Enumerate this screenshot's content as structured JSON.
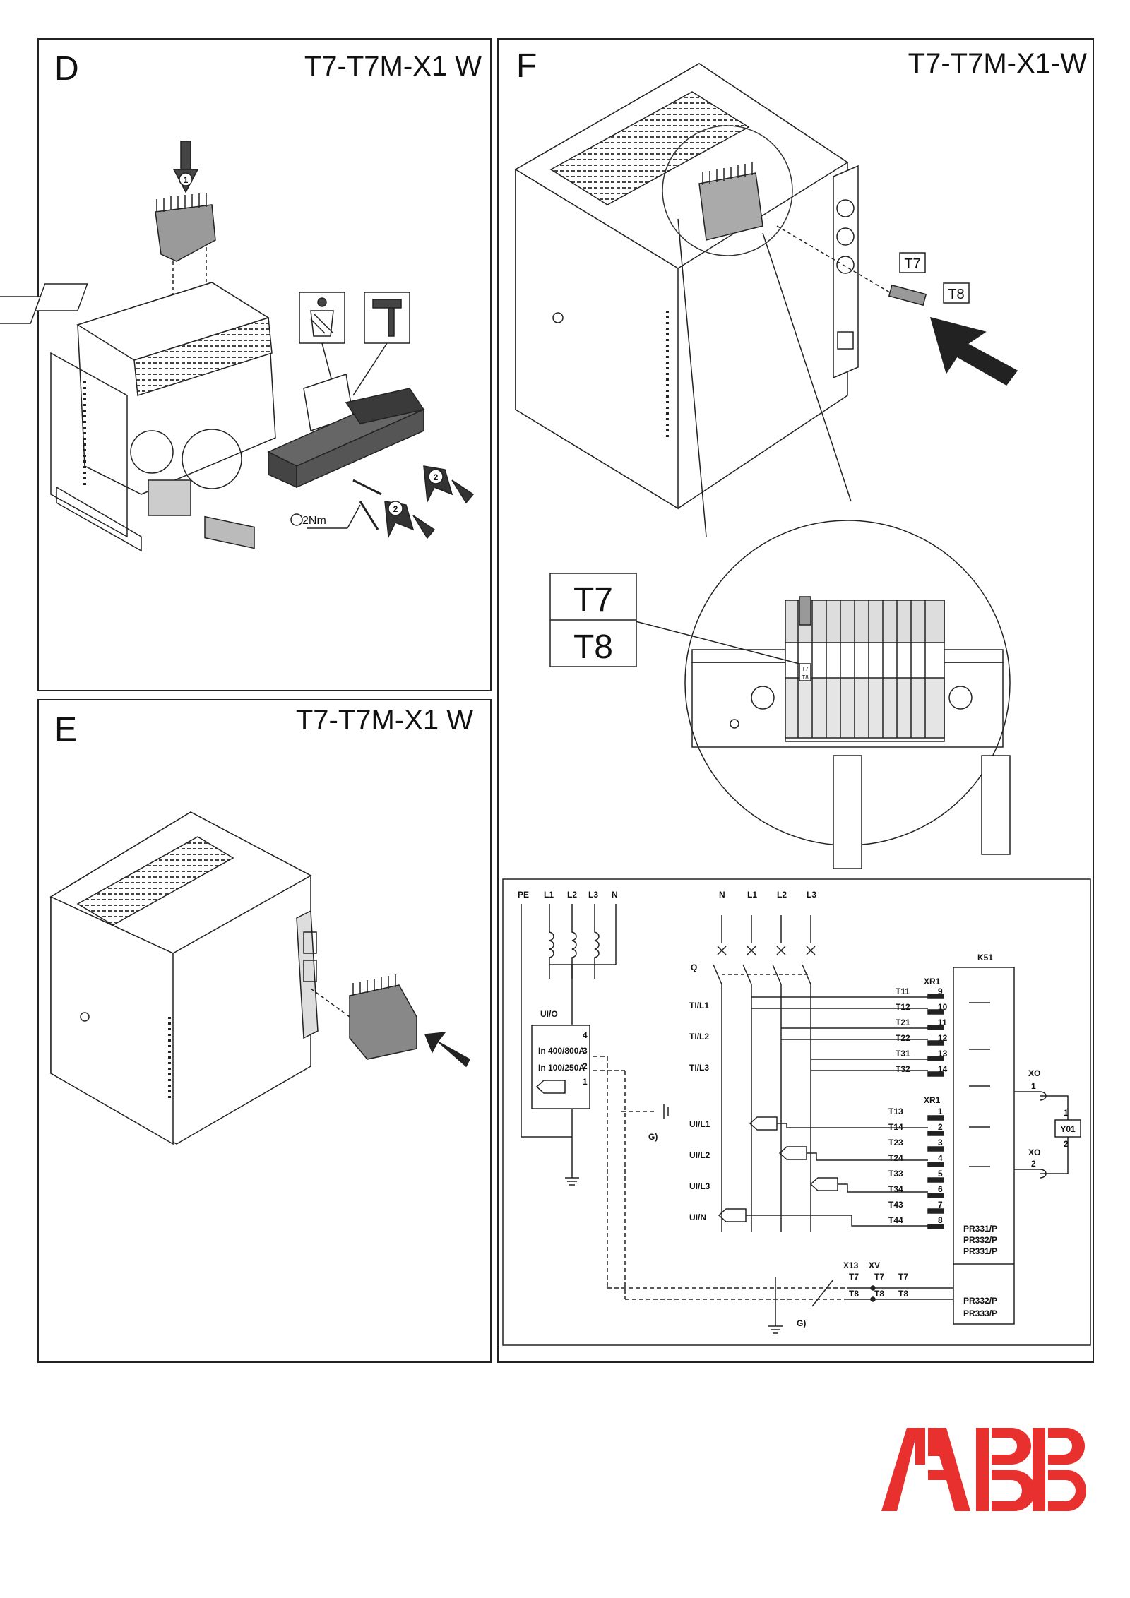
{
  "panels": {
    "D": {
      "letter": "D",
      "model": "T7-T7M-X1 W",
      "steps": [
        "1",
        "2",
        "2"
      ],
      "torque": "2Nm",
      "icons": [
        "waste-bin-icon",
        "hammer-icon"
      ]
    },
    "E": {
      "letter": "E",
      "model": "T7-T7M-X1 W"
    },
    "F": {
      "letter": "F",
      "model": "T7-T7M-X1-W",
      "tags": [
        "T7",
        "T8"
      ],
      "zoom_tags": [
        "T7",
        "T8"
      ],
      "zoom_small_tags": [
        "T7",
        "T8"
      ]
    }
  },
  "schematic": {
    "top_left_labels": [
      "PE",
      "L1",
      "L2",
      "L3",
      "N"
    ],
    "top_right_labels": [
      "N",
      "L1",
      "L2",
      "L3"
    ],
    "breaker": "Q",
    "relay": "K51",
    "block_top": "XR1",
    "block_mid": "XR1",
    "uio": "UI/O",
    "uio_pins": [
      "4",
      "3",
      "2",
      "1"
    ],
    "uio_texts": [
      "In 400/800A",
      "In 100/250A"
    ],
    "ta_labels": [
      "TI/L1",
      "TI/L2",
      "TI/L3"
    ],
    "ui_labels": [
      "UI/L1",
      "UI/L2",
      "UI/L3",
      "UI/N"
    ],
    "terms_top": [
      "T11",
      "T12",
      "T21",
      "T22",
      "T31",
      "T32"
    ],
    "pins_top": [
      "9",
      "10",
      "11",
      "12",
      "13",
      "14"
    ],
    "terms_mid": [
      "T13",
      "T14",
      "T23",
      "T24",
      "T33",
      "T34",
      "T43",
      "T44"
    ],
    "pins_mid": [
      "1",
      "2",
      "3",
      "4",
      "5",
      "6",
      "7",
      "8"
    ],
    "xo_labels": [
      "XO",
      "XO"
    ],
    "xo_pins": [
      "1",
      "2"
    ],
    "coil": "Y01",
    "coil_pins": [
      "1",
      "2"
    ],
    "pr_top": [
      "PR331/P",
      "PR332/P",
      "PR331/P"
    ],
    "pr_bottom": [
      "PR332/P",
      "PR333/P"
    ],
    "bottom_labels": [
      "X13",
      "XV"
    ],
    "bottom_t": [
      "T7",
      "T7",
      "T7"
    ],
    "bottom_t8": [
      "T8",
      "T8",
      "T8"
    ],
    "note": "G)"
  },
  "brand": {
    "logo_text": "ABB",
    "color": "#e8312f"
  }
}
